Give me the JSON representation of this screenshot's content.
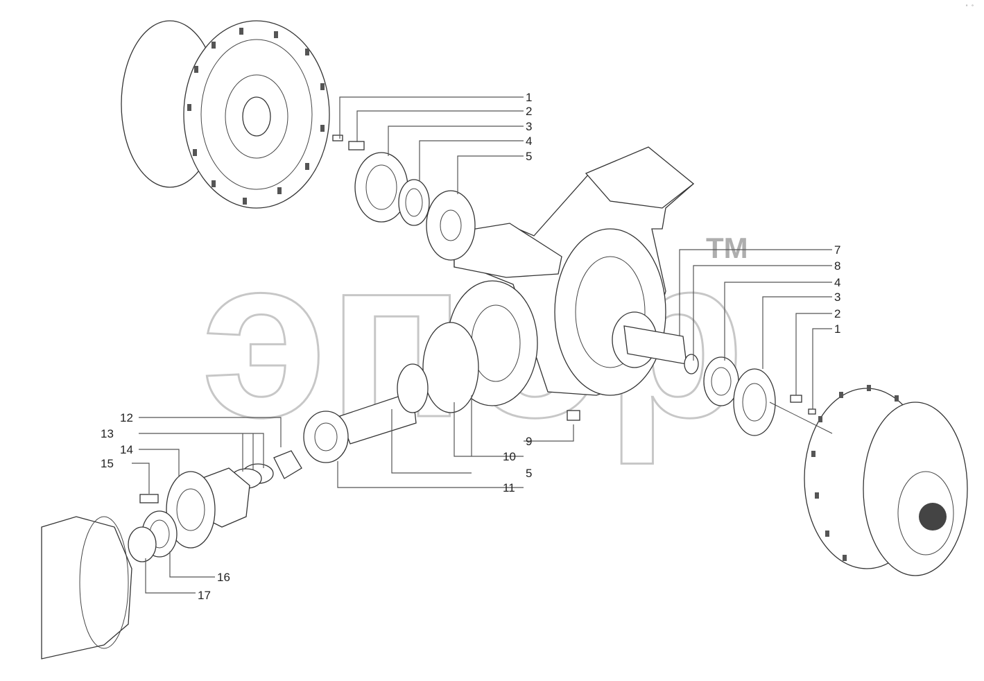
{
  "watermark": {
    "text": "эпор",
    "tm": "TM"
  },
  "corner_mark": "° °",
  "callouts": [
    {
      "id": "c1a",
      "label": "1"
    },
    {
      "id": "c2a",
      "label": "2"
    },
    {
      "id": "c3a",
      "label": "3"
    },
    {
      "id": "c4a",
      "label": "4"
    },
    {
      "id": "c5a",
      "label": "5"
    },
    {
      "id": "c7",
      "label": "7"
    },
    {
      "id": "c8",
      "label": "8"
    },
    {
      "id": "c4b",
      "label": "4"
    },
    {
      "id": "c3b",
      "label": "3"
    },
    {
      "id": "c2b",
      "label": "2"
    },
    {
      "id": "c1b",
      "label": "1"
    },
    {
      "id": "c9",
      "label": "9"
    },
    {
      "id": "c10",
      "label": "10"
    },
    {
      "id": "c5b",
      "label": "5"
    },
    {
      "id": "c11",
      "label": "11"
    },
    {
      "id": "c12",
      "label": "12"
    },
    {
      "id": "c13",
      "label": "13"
    },
    {
      "id": "c14",
      "label": "14"
    },
    {
      "id": "c15",
      "label": "15"
    },
    {
      "id": "c16",
      "label": "16"
    },
    {
      "id": "c17",
      "label": "17"
    }
  ]
}
